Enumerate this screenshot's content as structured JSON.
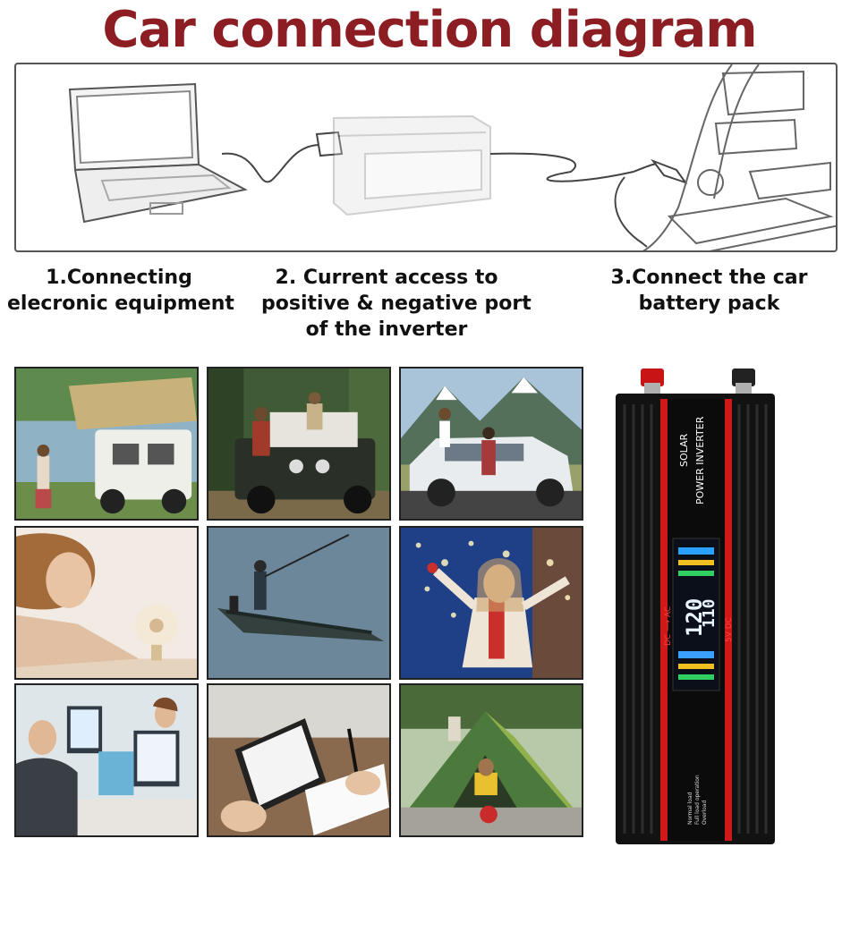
{
  "title": "Car connection diagram",
  "steps": [
    {
      "line1": "1.Connecting",
      "line2": "elecronic equipment",
      "line3": ""
    },
    {
      "line1": "2. Current access to",
      "line2": "positive & negative port",
      "line3": "of the inverter"
    },
    {
      "line1": "3.Connect the car",
      "line2": "battery pack",
      "line3": ""
    }
  ],
  "photos": [
    {
      "name": "photo-rooftop-tent-suv",
      "icon": "camping-car-scene"
    },
    {
      "name": "photo-jeep-forest",
      "icon": "offroad-jeep-scene"
    },
    {
      "name": "photo-white-suv-mountains",
      "icon": "suv-mountain-scene"
    },
    {
      "name": "photo-woman-fan",
      "icon": "woman-with-fan-scene"
    },
    {
      "name": "photo-fishing-boat",
      "icon": "fishing-boat-scene"
    },
    {
      "name": "photo-woman-winter-lights",
      "icon": "winter-lights-scene"
    },
    {
      "name": "photo-office-computers",
      "icon": "office-scene"
    },
    {
      "name": "photo-tablet-notes",
      "icon": "tablet-scene"
    },
    {
      "name": "photo-camping-tent",
      "icon": "tent-scene"
    }
  ],
  "inverter": {
    "label_top": "SOLAR",
    "label_bottom": "POWER INVERTER",
    "lcd_main": "120",
    "lcd_ac": "110",
    "dc_ac": "DC ⟶ AC",
    "usb": "5V DC",
    "legend": [
      "Normal load",
      "Full load operation",
      "Overload"
    ],
    "colors": {
      "body": "#121212",
      "accent": "#d01818",
      "terminal_pos": "#c81414",
      "terminal_neg": "#222222"
    }
  }
}
